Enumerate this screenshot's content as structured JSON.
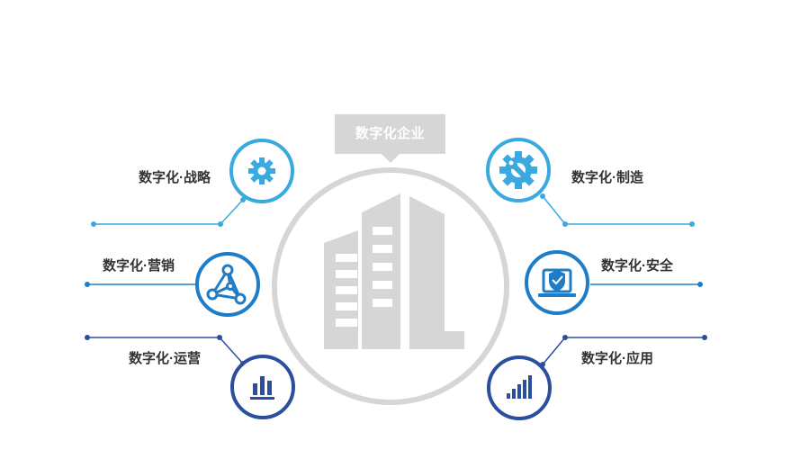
{
  "center": {
    "title": "数字化企业"
  },
  "nodes": {
    "strategy": {
      "label": "数字化·战略",
      "icon": "gear-icon"
    },
    "marketing": {
      "label": "数字化·营销",
      "icon": "network-icon"
    },
    "operations": {
      "label": "数字化·运营",
      "icon": "bar-chart-icon"
    },
    "manufacturing": {
      "label": "数字化·制造",
      "icon": "wrench-gear-icon"
    },
    "security": {
      "label": "数字化·安全",
      "icon": "shield-laptop-icon"
    },
    "application": {
      "label": "数字化·应用",
      "icon": "rising-bars-icon"
    }
  },
  "colors": {
    "light_blue": "#3aa9e0",
    "mid_blue": "#1f7cc7",
    "dark_blue": "#2b4f9e",
    "gray": "#d6d6d6"
  }
}
